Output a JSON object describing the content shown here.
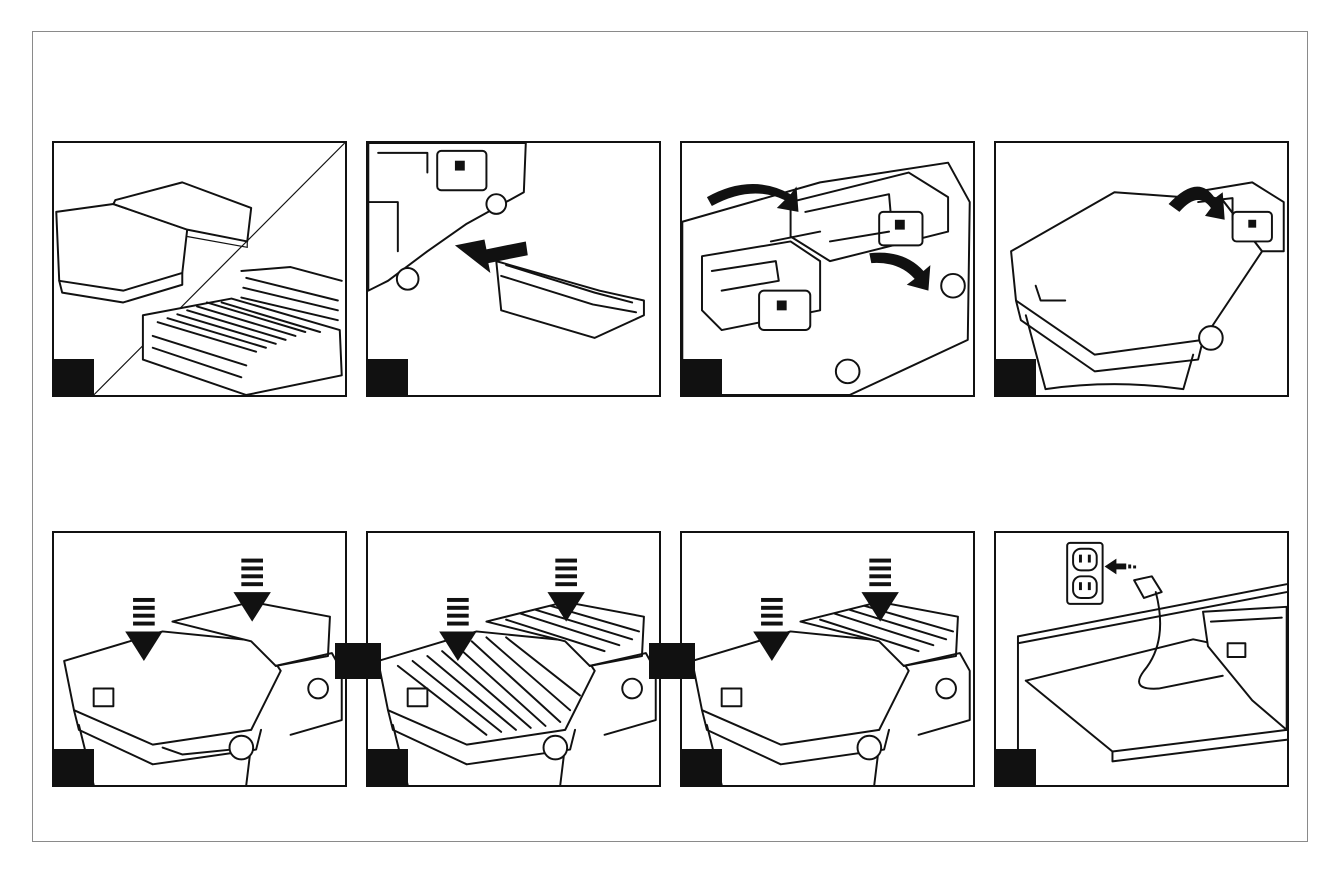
{
  "figure": {
    "steps": [
      {
        "id": "1",
        "label": "",
        "illustration": "separate-plates"
      },
      {
        "id": "2",
        "label": "",
        "illustration": "insert-drip-tray"
      },
      {
        "id": "3",
        "label": "",
        "illustration": "remove-plate-latch"
      },
      {
        "id": "4",
        "label": "",
        "illustration": "flip-plate"
      },
      {
        "id": "5",
        "label": "",
        "illustration": "place-griddle-plates"
      },
      {
        "id": "6",
        "label": "",
        "illustration": "place-grill-plates"
      },
      {
        "id": "7",
        "label": "",
        "illustration": "place-combo-plates"
      },
      {
        "id": "8",
        "label": "",
        "illustration": "plug-into-outlet"
      }
    ],
    "connectors": [
      {
        "id": "or-1",
        "label": ""
      },
      {
        "id": "or-2",
        "label": ""
      }
    ],
    "colors": {
      "line": "#111111",
      "badge": "#111111",
      "frame": "#8a8a8a"
    }
  }
}
